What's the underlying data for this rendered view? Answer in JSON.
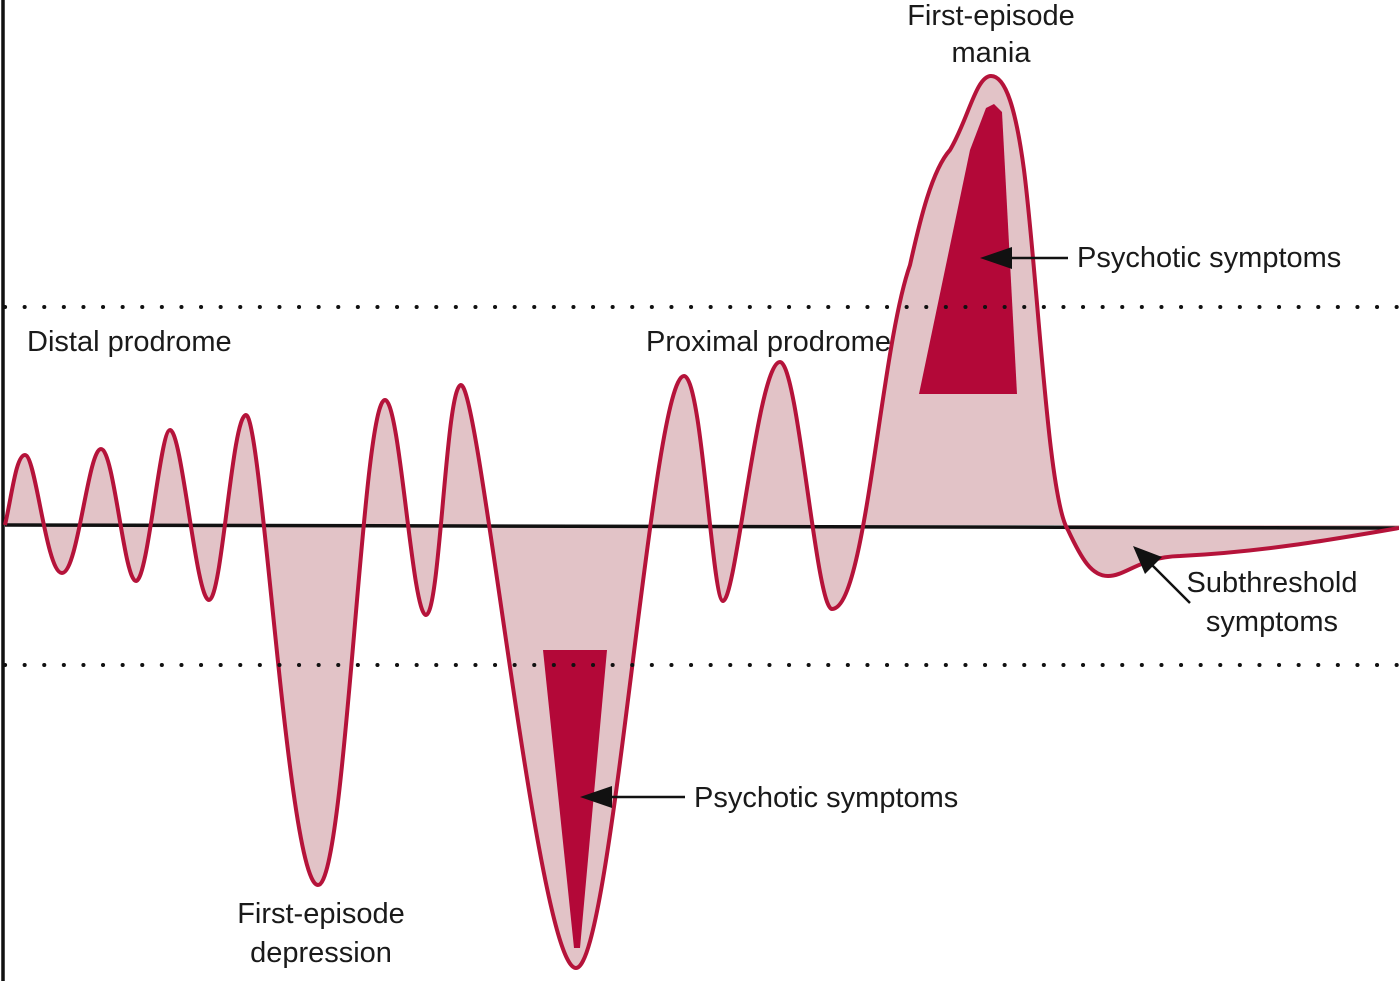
{
  "labels": {
    "distal_prodrome": "Distal prodrome",
    "proximal_prodrome": "Proximal prodrome",
    "first_episode_mania_line1": "First-episode",
    "first_episode_mania_line2": "mania",
    "psychotic_symptoms_upper": "Psychotic symptoms",
    "psychotic_symptoms_lower": "Psychotic symptoms",
    "first_episode_depression_line1": "First-episode",
    "first_episode_depression_line2": "depression",
    "subthreshold_line1": "Subthreshold",
    "subthreshold_line2": "symptoms"
  },
  "colors": {
    "curve_stroke": "#b5133a",
    "curve_fill": "#e2c3c7",
    "psychotic_fill": "#b30838",
    "axis": "#111111",
    "threshold_dots": "#111111"
  }
}
